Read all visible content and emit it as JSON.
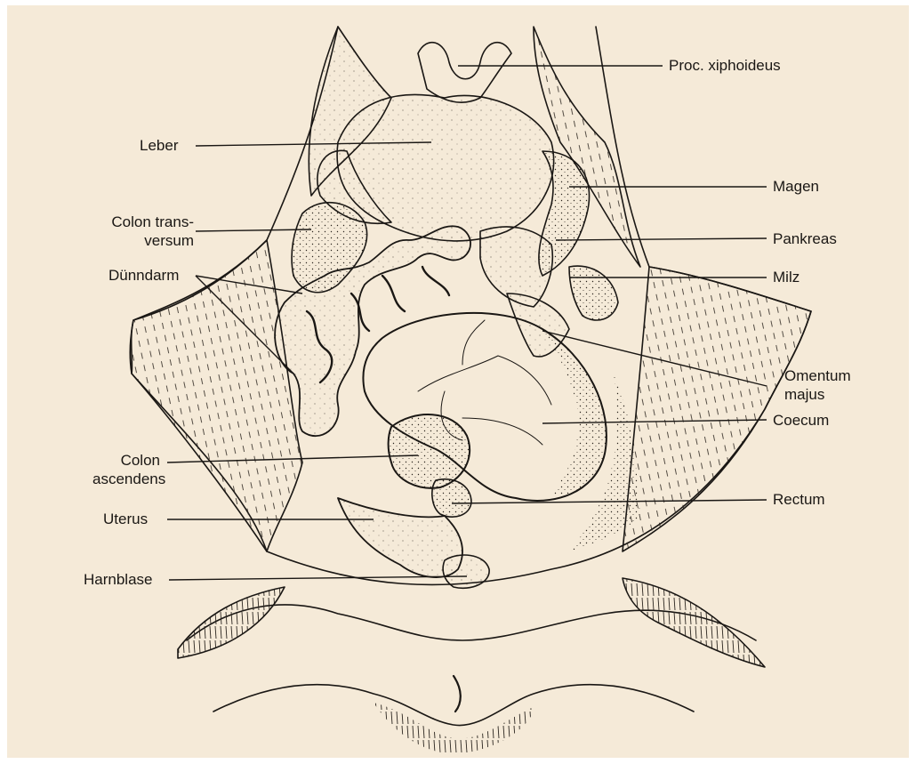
{
  "figure": {
    "background": "#f5ead8",
    "ink": "#1a1714",
    "labels": {
      "proc_xiphoideus": "Proc. xiphoideus",
      "leber": "Leber",
      "magen": "Magen",
      "colon_transversum_1": "Colon trans-",
      "colon_transversum_2": "versum",
      "pankreas": "Pankreas",
      "duenndarm": "Dünndarm",
      "milz": "Milz",
      "omentum_majus_1": "Omentum",
      "omentum_majus_2": "majus",
      "coecum": "Coecum",
      "colon_ascendens_1": "Colon",
      "colon_ascendens_2": "ascendens",
      "rectum": "Rectum",
      "uterus": "Uterus",
      "harnblase": "Harnblase"
    }
  }
}
